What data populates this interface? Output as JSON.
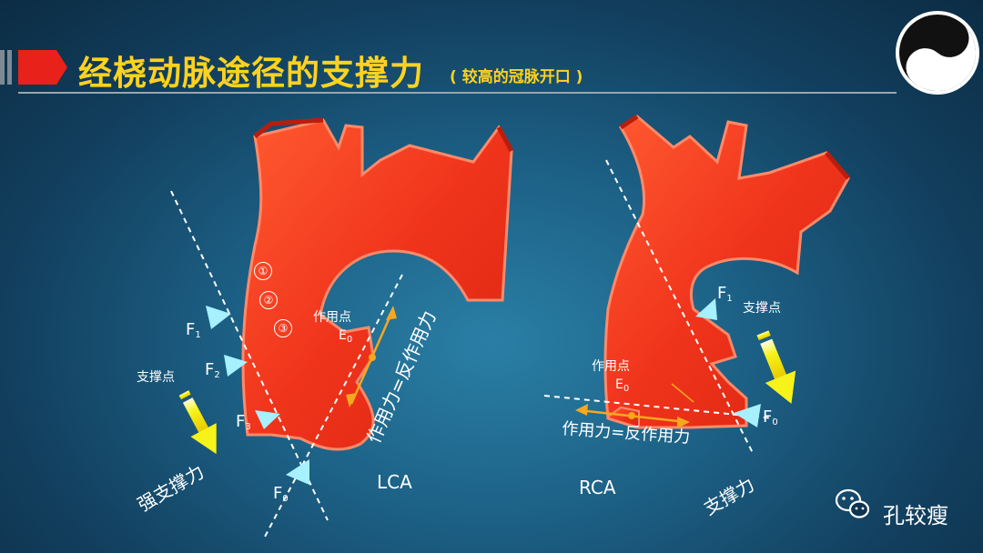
{
  "header": {
    "title": "经桡动脉途径的支撑力",
    "subtitle": "( 较高的冠脉开口 )"
  },
  "left_panel": {
    "markers": [
      "①",
      "②",
      "③"
    ],
    "force_f1": "F",
    "force_f1_sub": "1",
    "force_f2": "F",
    "force_f2_sub": "2",
    "force_f3": "F",
    "force_f3_sub": "3",
    "force_f0": "F",
    "force_f0_sub": "0",
    "action_point": "作用点",
    "e0": "E",
    "e0_sub": "0",
    "support_point": "支撑点",
    "strong_support": "强支撑力",
    "action_reaction": "作用力=反作用力",
    "artery_label": "LCA"
  },
  "right_panel": {
    "force_f1": "F",
    "force_f1_sub": "1",
    "support_point": "支撑点",
    "action_point": "作用点",
    "e0": "E",
    "e0_sub": "0",
    "force_f0": "F",
    "force_f0_sub": "0",
    "action_reaction": "作用力=反作用力",
    "artery_label": "RCA",
    "support_force": "支撑力"
  },
  "watermark": {
    "icon": "wechat-icon",
    "text": "孔较瘦"
  },
  "colors": {
    "title": "#ffd21f",
    "artery": "#f0341c",
    "artery_edge": "#ff8a6a",
    "arrow_yellow": "#f7f31a",
    "triangle": "#a6f0ff",
    "accent_red": "#e8211a"
  }
}
